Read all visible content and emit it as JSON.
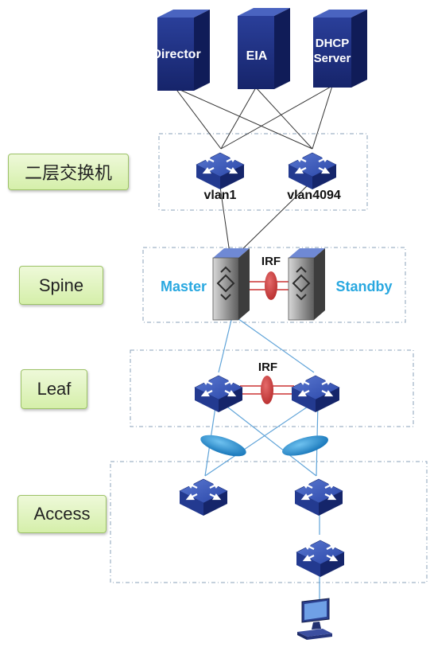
{
  "tiers": [
    {
      "id": "layer2",
      "label": "二层交换机"
    },
    {
      "id": "spine",
      "label": "Spine"
    },
    {
      "id": "leaf",
      "label": "Leaf"
    },
    {
      "id": "access",
      "label": "Access"
    }
  ],
  "servers": [
    {
      "id": "director",
      "label": "Director"
    },
    {
      "id": "eia",
      "label": "EIA"
    },
    {
      "id": "dhcp",
      "label": "DHCP\nServer"
    }
  ],
  "layer2_switches": [
    {
      "id": "vlan1",
      "label": "vlan1"
    },
    {
      "id": "vlan4094",
      "label": "vlan4094"
    }
  ],
  "spine": {
    "master_label": "Master",
    "standby_label": "Standby",
    "irf_label": "IRF"
  },
  "leaf": {
    "irf_label": "IRF"
  },
  "colors": {
    "server_blue": "#1c2f7e",
    "switch_blue": "#1f3b94",
    "irf_red": "#cc3333",
    "link_light_blue": "#5fa3d8",
    "aggregation_oval": "#1e90d6",
    "role_text": "#29a8e0",
    "tier_label_green": "#d5efaa",
    "dashed_border": "#8aa0b8"
  },
  "icons": {
    "server": "server-tower-icon",
    "switch": "network-switch-icon",
    "chassis": "chassis-switch-icon",
    "terminal": "pc-terminal-icon"
  }
}
